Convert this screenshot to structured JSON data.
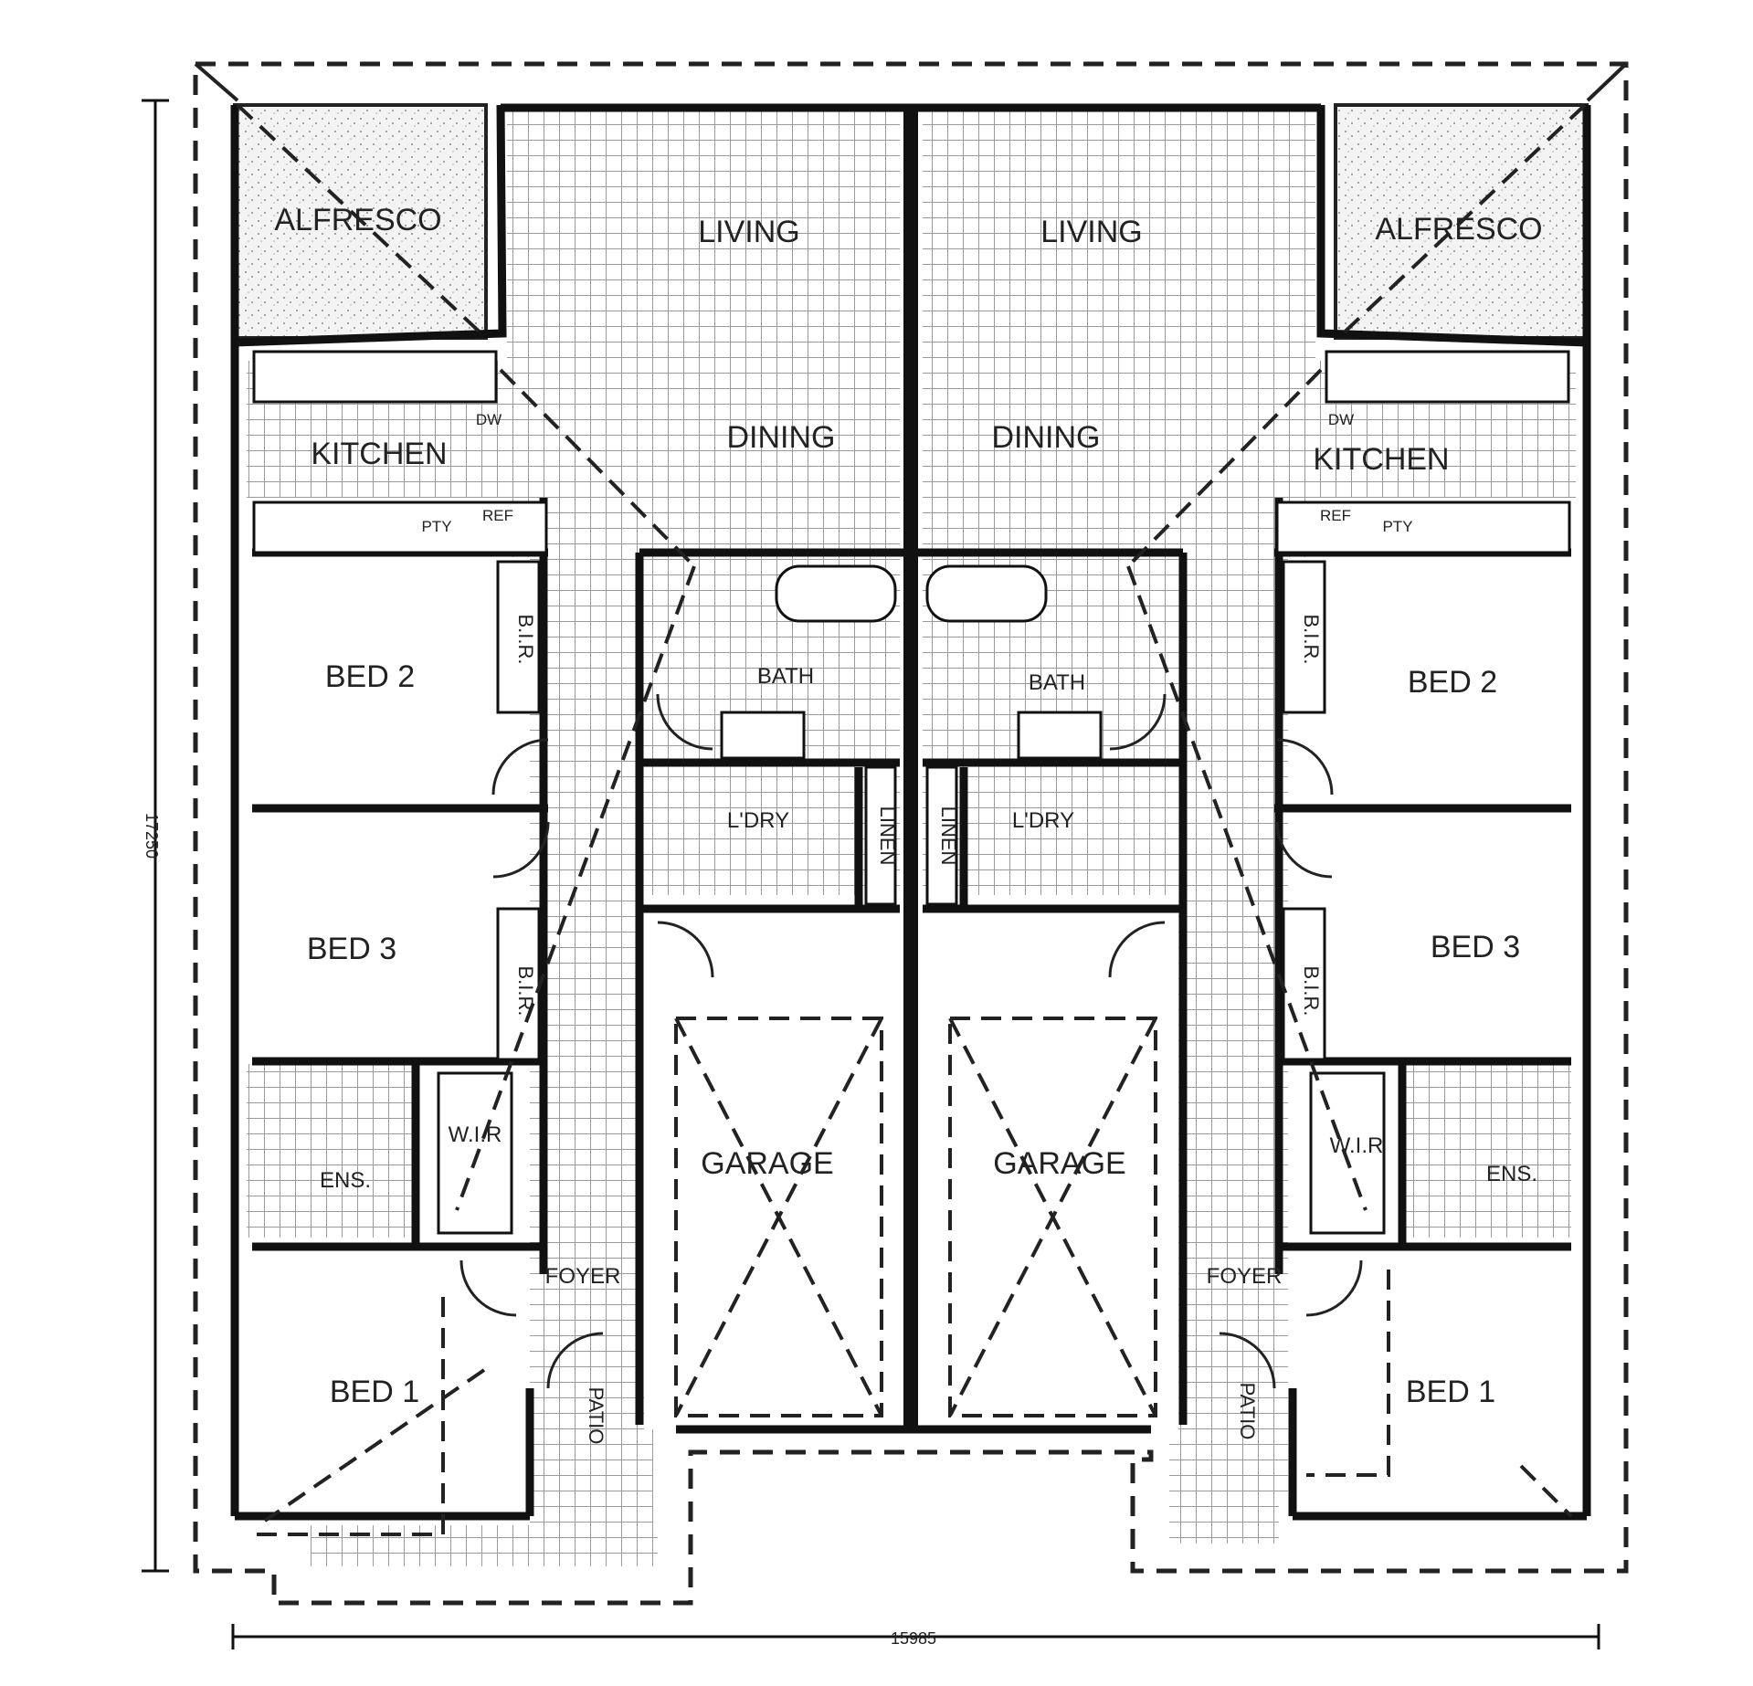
{
  "rooms": {
    "left": {
      "alfresco": "ALFRESCO",
      "living": "LIVING",
      "dining": "DINING",
      "kitchen": "KITCHEN",
      "bed2": "BED 2",
      "bed3": "BED 3",
      "bed1": "BED 1",
      "bath": "BATH",
      "laundry": "L'DRY",
      "linen": "LINEN",
      "garage": "GARAGE",
      "ensuite": "ENS.",
      "wir": "W.I.R",
      "foyer": "FOYER",
      "patio": "PATIO",
      "bir_upper": "B.I.R.",
      "bir_lower": "B.I.R.",
      "pantry": "PTY",
      "fridge": "REF",
      "dishwasher": "DW"
    },
    "right": {
      "alfresco": "ALFRESCO",
      "living": "LIVING",
      "dining": "DINING",
      "kitchen": "KITCHEN",
      "bed2": "BED 2",
      "bed3": "BED 3",
      "bed1": "BED 1",
      "bath": "BATH",
      "laundry": "L'DRY",
      "linen": "LINEN",
      "garage": "GARAGE",
      "ensuite": "ENS.",
      "wir": "W.I.R",
      "foyer": "FOYER",
      "patio": "PATIO",
      "bir_upper": "B.I.R.",
      "bir_lower": "B.I.R.",
      "pantry": "PTY",
      "fridge": "REF",
      "dishwasher": "DW"
    }
  },
  "dimensions": {
    "width": "15985",
    "height": "17250"
  },
  "colors": {
    "wall": "#111111",
    "tile": "#9a9a9a",
    "dashed": "#222222",
    "alfresco_fill": "#eeeeee"
  }
}
